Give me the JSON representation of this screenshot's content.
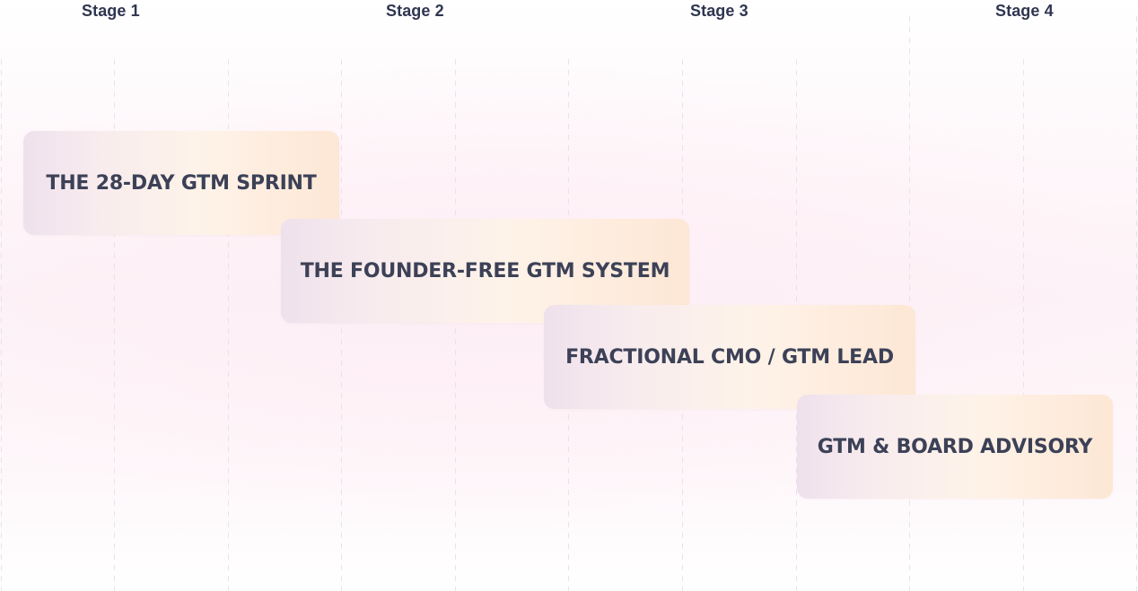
{
  "stages": [
    {
      "label": "Stage 1"
    },
    {
      "label": "Stage 2"
    },
    {
      "label": "Stage 3"
    },
    {
      "label": "Stage 4"
    }
  ],
  "cards": [
    {
      "label": "THE 28-DAY GTM SPRINT"
    },
    {
      "label": "THE FOUNDER-FREE GTM SYSTEM"
    },
    {
      "label": "FRACTIONAL CMO / GTM LEAD"
    },
    {
      "label": "GTM & BOARD ADVISORY"
    }
  ],
  "colors": {
    "text": "#3c4157",
    "heading": "#2f3650",
    "card_start": "#efe1ec",
    "card_end": "#fde7d5",
    "gridline": "#e4e4ec"
  }
}
